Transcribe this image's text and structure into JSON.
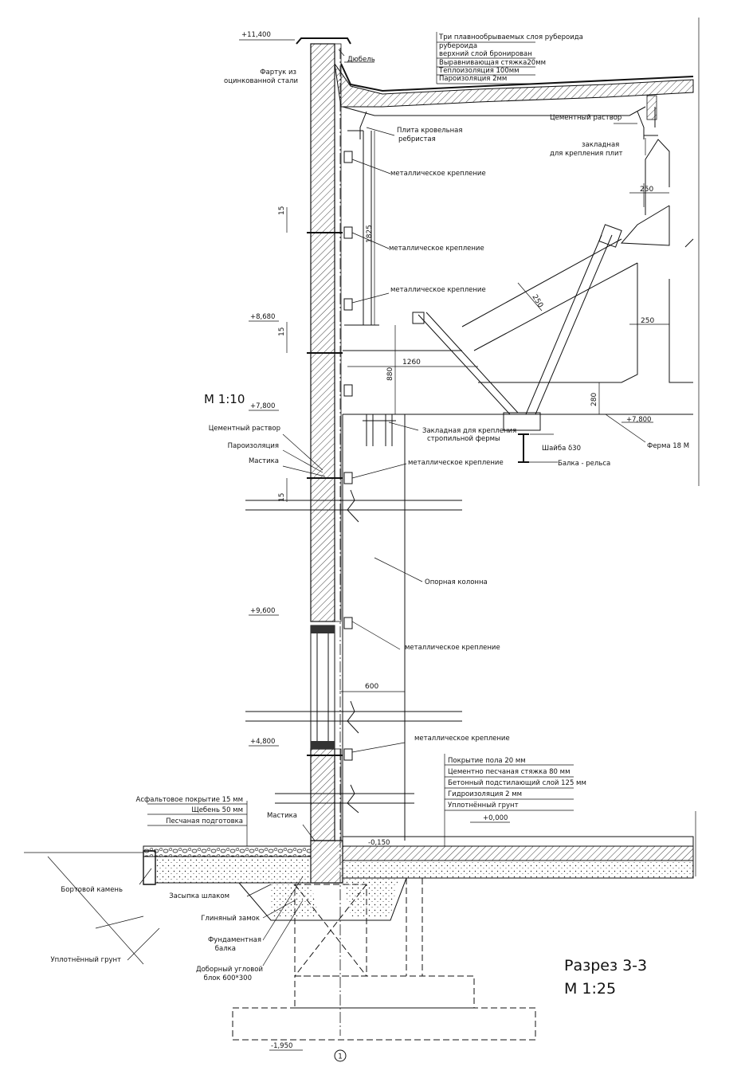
{
  "title": {
    "section": "Разрез 3-3",
    "scale_main": "М 1:25",
    "scale_detail": "М 1:10"
  },
  "roof_layers": [
    "Три плавнообрываемых слоя рубероида",
    "верхний слой бронирован",
    "Выравнивающая стяжка20мм",
    "Теплоизоляция 100мм",
    "Пароизоляция 2мм"
  ],
  "floor_layers": [
    "Покрытие пола 20 мм",
    "Цементно песчаная стяжка 80 мм",
    "Бетонный подстилающий слой 125 мм",
    "Гидроизоляция 2 мм",
    "Уплотнённый грунт"
  ],
  "pavement_layers": [
    "Асфальтовое покрытие 15 мм",
    "Щебень 50 мм",
    "Песчаная подготовка"
  ],
  "labels": {
    "apron_1": "Фартук из",
    "apron_2": "оцинкованной стали",
    "dowel": "Дюбель",
    "roof_slab_1": "Плита кровельная",
    "roof_slab_2": "ребристая",
    "cement_top": "Цементный раствор",
    "embed_1": "закладная",
    "embed_2": "для крепления плит",
    "metal_1": "металлическое крепление",
    "metal_2": "металлическое крепление",
    "metal_3": "металлическое крепление",
    "metal_4": "металлическое крепление",
    "metal_5": "металлическое крепление",
    "metal_6": "металлическое крепление",
    "cement_left": "Цементный раствор",
    "vapor": "Пароизоляция",
    "mastic": "Мастика",
    "truss_embed_1": "Закладная для крепления",
    "truss_embed_2": "стропильной фермы",
    "washer": "Шайба δ30",
    "rail_beam": "Балка - рельса",
    "truss": "Ферма 18 М",
    "column": "Опорная колонна",
    "mastic_bottom": "Мастика",
    "curb": "Бортовой камень",
    "slag": "Засыпка шлаком",
    "clay": "Глиняный замок",
    "found_beam_1": "Фундаментная",
    "found_beam_2": "балка",
    "block_1": "Доборный угловой",
    "block_2": "блок 600*300",
    "soil": "Уплотнённый грунт",
    "axis": "1"
  },
  "levels": {
    "l1": "+11,400",
    "l2": "+8,680",
    "l3": "+7,800",
    "l4": "+7,800",
    "l5": "+9,600",
    "l6": "+4,800",
    "l7": "+0,000",
    "l8": "-0,150",
    "l9": "-1,950"
  },
  "dimensions": {
    "d15a": "15",
    "d15b": "15",
    "d15c": "15",
    "d1825": "1825",
    "d250a": "250",
    "d250b": "250",
    "d250c": "250",
    "d1260": "1260",
    "d880": "880",
    "d280": "280",
    "d600": "600"
  }
}
